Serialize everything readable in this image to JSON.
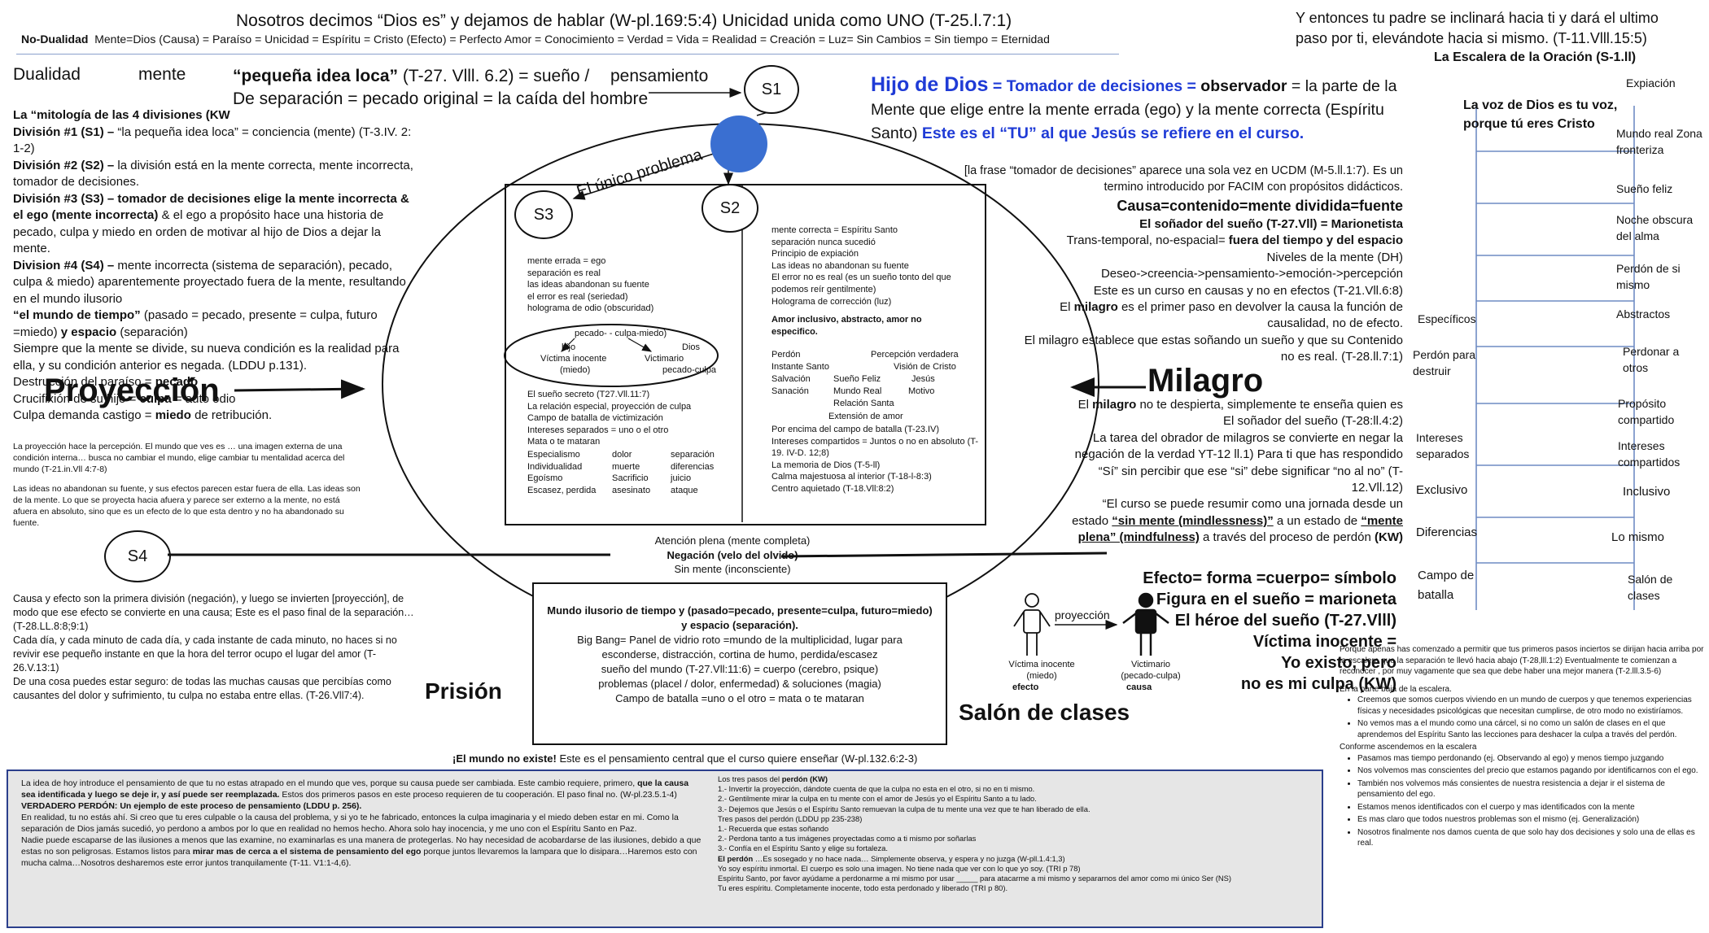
{
  "header": {
    "title": "Nosotros decimos “Dios es” y dejamos de hablar (W-pl.169:5:4) Unicidad unida como UNO (T-25.l.7:1)",
    "nodual_label": "No-Dualidad",
    "nodual_text": "Mente=Dios (Causa) = Paraíso = Unicidad = Espíritu = Cristo (Efecto) = Perfecto Amor = Conocimiento = Verdad = Vida = Realidad = Creación = Luz= Sin Cambios = Sin tiempo = Eternidad",
    "right_quote_1": "Y entonces tu padre se inclinará hacia ti y dará el ultimo",
    "right_quote_2": "paso por ti, elevándote hacia si mismo. (T-11.Vlll.15:5)"
  },
  "dualidad": {
    "label": "Dualidad",
    "mente": "mente",
    "pequena_bold": "“pequeña idea loca”",
    "pequena_rest": "(T-27. Vlll. 6.2) = sueño /",
    "pensamiento": "pensamiento",
    "separacion": "De separación = pecado original = la caída del hombre"
  },
  "mitologia": {
    "title": "La “mitología de las 4 divisiones (KW",
    "d1_label": "División #1 (S1) –",
    "d1_text": "“la pequeña idea loca” = conciencia (mente) (T-3.IV. 2: 1-2)",
    "d2_label": "División  #2 (S2) –",
    "d2_text": "la división está en la mente correcta, mente incorrecta, tomador de decisiones.",
    "d3_label": "División #3 (S3) – tomador de decisiones elige la mente incorrecta & el ego (mente incorrecta)",
    "d3_text": "& el ego a propósito hace una historia de pecado, culpa y miedo en orden de motivar al hijo de Dios a dejar la mente.",
    "d4_label": "Division #4 (S4) –",
    "d4_text": "mente incorrecta (sistema de separación), pecado, culpa & miedo) aparentemente proyectado fuera de la mente, resultando en el mundo ilusorio",
    "d4_bold": "“el mundo de tiempo”",
    "d4_text2": "(pasado = pecado, presente = culpa, futuro =miedo)",
    "d4_bold2": "y espacio",
    "d4_text3": "(separación)",
    "siempre": "Siempre que la mente se divide, su nueva condición es la realidad para ella, y su condición anterior es negada. (LDDU p.131).",
    "destruccion_pre": "Destrucción del paraíso =",
    "destruccion_bold": "pecado",
    "crucifixion_pre": "Crucifixión de su hijo =",
    "crucifixion_bold": "culpa",
    "crucifixion_post": "= auto odio",
    "culpa_pre": "Culpa demanda castigo =",
    "culpa_bold": "miedo",
    "culpa_post": "de retribución."
  },
  "proyeccion": {
    "label": "Proyección",
    "p1": "La proyección hace la percepción. El mundo que ves es … una imagen externa de una condición interna… busca no cambiar el mundo, elige cambiar tu mentalidad acerca del mundo (T-21.in.Vll 4:7-8)",
    "p2": "Las ideas no abandonan su fuente, y sus efectos parecen estar fuera de ella. Las ideas son de la mente. Lo que se proyecta hacia afuera y parece ser externo a la mente, no está afuera en absoluto, sino que es un efecto de lo que esta dentro y no ha abandonado su fuente."
  },
  "causa_efecto": {
    "p1": "Causa y efecto son la primera división (negación), y luego se invierten [proyección], de modo que ese efecto se convierte en una causa; Este es el paso final de la separación… (T-28.LL.8:8;9:1)",
    "p2": "Cada día, y cada minuto de cada día, y cada instante de cada minuto, no haces si no revivir ese pequeño instante en que la hora del terror ocupo el lugar del amor (T-26.V.13:1)",
    "p3": "De una cosa puedes estar seguro: de todas las muchas causas que percibías como causantes del dolor y sufrimiento, tu culpa no estaba entre ellas. (T-26.Vll7:4)."
  },
  "prision": "Prisión",
  "nodes": {
    "s1": "S1",
    "s2": "S2",
    "s3": "S3",
    "s4": "S4"
  },
  "unico_problema": "El único problema",
  "wrong_mind": {
    "lines": [
      "mente errada = ego",
      "separación es real",
      "las ideas abandonan su fuente",
      "el error es real (seriedad)",
      "holograma de odio (obscuridad)"
    ],
    "oval_top": "pecado-  - culpa-miedo)",
    "oval_hijo": "hijo",
    "oval_dios": "Dios",
    "oval_victima": "Víctima inocente",
    "oval_miedo": "(miedo)",
    "oval_victimario": "Victimario",
    "oval_pecado_culpa": "pecado-culpa",
    "list": [
      "El sueño secreto (T27.Vll.11:7)",
      "La relación especial, proyección de culpa",
      "Campo de batalla de victimización",
      "Intereses separados = uno o el otro",
      "Mata o te mataran"
    ],
    "table": [
      [
        "Especialismo",
        "dolor",
        "separación"
      ],
      [
        "Individualidad",
        "muerte",
        "diferencias"
      ],
      [
        "Egoísmo",
        "Sacrificio",
        "juicio"
      ],
      [
        "Escasez, perdida",
        "asesinato",
        "ataque"
      ]
    ]
  },
  "right_mind": {
    "lines": [
      "mente correcta = Espíritu Santo",
      "separación nunca sucedió",
      "Principio de expiación",
      "Las ideas no abandonan su fuente",
      "El error no es real (es un sueño tonto del que podemos reír gentilmente)",
      "Holograma de corrección (luz)"
    ],
    "bold": "Amor inclusivo, abstracto, amor no especifico.",
    "perdon": "Perdón",
    "percepcion": "Percepción verdadera",
    "instante": "Instante Santo",
    "vision": "Visión de Cristo",
    "salvacion": "Salvación",
    "sueno_feliz": "Sueño Feliz",
    "jesus": "Jesús",
    "sanacion": "Sanación",
    "mundo_real": "Mundo Real",
    "motivo": "Motivo",
    "relacion_santa": "Relación Santa",
    "extension": "Extensión de amor",
    "list": [
      "Por encima del campo de batalla (T-23.IV)",
      "Intereses compartidos = Juntos o no en absoluto (T-19. IV-D. 12;8)",
      "La memoria de Dios (T-5-ll)",
      "Calma majestuosa al interior (T-18-l-8:3)",
      "Centro aquietado (T-18.Vll:8:2)"
    ]
  },
  "atencion": {
    "l1": "Atención plena (mente completa)",
    "l2": "Negación (velo del olvido)",
    "l3": "Sin mente (inconsciente)"
  },
  "mundo_box": {
    "title": "Mundo ilusorio de tiempo y (pasado=pecado, presente=culpa, futuro=miedo) y espacio (separación).",
    "l1": "Big Bang= Panel de vidrio roto =mundo de la multiplicidad, lugar para esconderse, distracción, cortina de humo, perdida/escasez",
    "l2": "sueño del mundo (T-27.Vll:11:6) = cuerpo (cerebro, psique)",
    "l3": "problemas (placel / dolor, enfermedad) & soluciones (magia)",
    "l4": "Campo de batalla =uno o el otro = mata o te mataran"
  },
  "mundo_no_existe": {
    "bold": "¡El mundo no existe!",
    "rest": "Este es el pensamiento central que el curso quiere enseñar (W-pl.132.6:2-3)"
  },
  "hijo": {
    "title": "Hijo de Dios",
    "title2": "= Tomador de decisiones =",
    "observador": "observador",
    "desc": "= la parte de la Mente que elige entre la mente errada (ego) y la mente correcta (Espíritu Santo)",
    "tu": "Este es el “TU” al que Jesús se refiere en el curso."
  },
  "frase": "[la frase “tomador de decisiones” aparece una sola vez en UCDM (M-5.ll.1:7). Es un termino introducido por FACIM con propósitos didácticos.",
  "causa_contenido": "Causa=contenido=mente dividida=fuente",
  "sonador": "El soñador del sueño (T-27.Vll) = Marionetista",
  "transtemporal_pre": "Trans-temporal, no-espacial=",
  "transtemporal_bold": "fuera del tiempo y del espacio",
  "niveles": "Niveles de la mente (DH)",
  "deseo": "Deseo->creencia->pensamiento->emoción->percepción",
  "curso_causas": "Este es un curso en causas y no en efectos (T-21.Vll.6:8)",
  "milagro_primero_pre": "El",
  "milagro_primero_bold": "milagro",
  "milagro_primero_post": "es el primer paso en devolver la causa la función de causalidad, no de efecto.",
  "milagro_establece": "El milagro establece que estas soñando un sueño y que su Contenido no es real. (T-28.ll.7:1)",
  "milagro_label": "Milagro",
  "milagro_despierta_pre": "El",
  "milagro_despierta_bold": "milagro",
  "milagro_despierta_post": "no te despierta, simplemente te enseña quien es El soñador del sueño (T-28:ll.4:2)",
  "tarea": "La tarea del obrador de milagros se convierte en negar la negación de la verdad YT-12 ll.1) Para ti que has respondido “Sí” sin percibir que ese “si” debe significar “no al no” (T-12.Vll.12)",
  "resumir_1": "“El curso se puede resumir como una jornada desde un estado",
  "resumir_b1": "“sin mente (mindlessness)”",
  "resumir_2": "a un estado de",
  "resumir_b2": "“mente plena” (mindfulness)",
  "resumir_3": "a través del proceso de perdón",
  "resumir_kw": "(KW)",
  "efecto": {
    "l1": "Efecto= forma =cuerpo= símbolo",
    "l2": "Figura en el sueño = marioneta",
    "l3": "El héroe del sueño (T-27.Vlll)",
    "l4": "Víctima inocente =",
    "l5": "Yo existo, pero",
    "l6": "no es mi culpa (KW)"
  },
  "figures": {
    "proyeccion": "proyección",
    "victima": "Víctima inocente",
    "miedo": "(miedo)",
    "efecto": "efecto",
    "victimario": "Victimario",
    "pecado_culpa": "(pecado-culpa)",
    "causa": "causa"
  },
  "salon": "Salón de clases",
  "escalera": {
    "title": "La Escalera de la Oración (S-1.ll)",
    "voz": "La voz de Dios es tu voz, porque tú eres Cristo",
    "expiacion": "Expiación",
    "mundo_real": "Mundo real Zona fronteriza",
    "sueno_feliz": "Sueño feliz",
    "noche": "Noche obscura del alma",
    "perdon_si": "Perdón de si mismo",
    "especificos": "Específicos",
    "abstractos": "Abstractos",
    "perdon_para": "Perdón para destruir",
    "perdonar_otros": "Perdonar a otros",
    "proposito": "Propósito compartido",
    "intereses_sep": "Intereses separados",
    "intereses_comp": "Intereses compartidos",
    "exclusivo": "Exclusivo",
    "inclusivo": "Inclusivo",
    "diferencias": "Diferencias",
    "lo_mismo": "Lo mismo",
    "campo": "Campo de batalla",
    "salon": "Salón de clases"
  },
  "escalera_text": {
    "intro": "Porque apenas has comenzado a permitir que tus primeros pasos inciertos se dirijan hacia arriba por la escalera que la separación te llevó hacia abajo (T-28,lll.1:2) Eventualmente te comienzan a reconocer , por muy vagamente que sea que debe haber una mejor manera (T-2.lll.3.5-6)",
    "baja_title": "En la parte baja de la escalera.",
    "baja": [
      "Creemos que somos cuerpos viviendo en un mundo de cuerpos y que tenemos experiencias físicas y necesidades psicológicas que necesitan cumplirse, de otro modo no existiríamos.",
      "No vemos mas a el mundo como una cárcel, si no como un salón de clases en el que aprendemos del Espíritu Santo las lecciones para deshacer la culpa a través del perdón."
    ],
    "asc_title": "Conforme ascendemos en la escalera",
    "asc": [
      "Pasamos mas tiempo perdonando (ej. Observando al ego) y menos tiempo juzgando",
      "Nos volvemos mas conscientes del precio que estamos pagando por identificarnos con el ego.",
      "También nos volvemos más consientes de nuestra resistencia a dejar ir el sistema de pensamiento del ego.",
      "Estamos menos identificados con el cuerpo y mas identificados con la mente",
      "Es mas claro que todos nuestros problemas son el mismo (ej. Generalización)",
      "Nosotros finalmente nos damos cuenta de que solo hay dos decisiones y solo una de ellas es real."
    ]
  },
  "bottom_left": {
    "p1": "La idea de hoy introduce el pensamiento de que tu no estas atrapado en el mundo que ves, porque su causa puede ser cambiada. Este cambio requiere, primero,",
    "p1_bold": "que la causa sea identificada y luego se deje ir, y así puede ser reemplazada.",
    "p1_rest": "Estos dos primeros pasos en este proceso requieren de tu cooperación. El paso final no. (W-pl.23.5.1-4)",
    "vp_title": "VERDADERO PERDÓN: Un ejemplo de este proceso de pensamiento (LDDU p. 256).",
    "p2": "En realidad, tu no estás ahí. Si creo que tu eres culpable o la causa del problema, y si yo te he fabricado, entonces la culpa imaginaria y el miedo deben estar en mi. Como la separación de Dios jamás sucedió, yo perdono a ambos por lo que en realidad no hemos hecho. Ahora solo hay inocencia, y me uno con el Espíritu Santo en Paz.",
    "p3": "Nadie puede escaparse de las ilusiones a menos que las examine, no examinarlas es una manera de protegerlas. No hay necesidad de acobardarse de las ilusiones, debido a que estas no son peligrosas. Estamos listos para",
    "p3_bold": "mirar mas de cerca a el sistema de pensamiento del ego",
    "p3_rest": "porque juntos llevaremos la lampara que lo disipara…Haremos esto con mucha calma…Nosotros desharemos este error juntos tranquilamente (T-11. V1:1-4,6)."
  },
  "bottom_right": {
    "title_pre": "Los tres pasos del",
    "title_bold": "perdón (KW)",
    "steps_kw": [
      "1.- Invertir la proyección, dándote cuenta de que la culpa no esta en el otro, si no en ti mismo.",
      "2.- Gentilmente mirar la culpa en tu mente con el amor de Jesús yo el Espíritu Santo a tu lado.",
      "3.- Dejemos que Jesús o el Espíritu Santo remuevan la culpa de tu mente una vez que te han liberado de ella."
    ],
    "tri_title": "Tres pasos del perdón (LDDU pp 235-238)",
    "steps_tri": [
      "1.- Recuerda que estas soñando",
      "2.- Perdona tanto a tus imágenes proyectadas como a ti mismo por soñarlas",
      "3.- Confía en el Espíritu Santo y elige su fortaleza."
    ],
    "perdon_bold": "El perdón",
    "perdon_rest": "…Es sosegado y no hace nada… Simplemente observa, y espera y no juzga (W-pll.1.4:1,3)",
    "yo_soy": "Yo soy espíritu inmortal. El cuerpo es solo una imagen. No tiene nada que ver con lo que yo soy. (TRI p 78)",
    "espiritu": "Espíritu Santo, por favor ayúdame a perdonarme a mi mismo por usar _____ para atacarme a mi mismo y separarnos del amor como mi único Ser (NS)",
    "eres": "Tu eres espíritu. Completamente inocente, todo esta perdonado y liberado (TRI p 80)."
  },
  "colors": {
    "accent_blue": "#1f3bd6",
    "node_fill": "#3a6fd1",
    "panel_bg": "#e6e6e6",
    "panel_border": "#2b3f8c",
    "ladder": "#6f8cc4"
  }
}
